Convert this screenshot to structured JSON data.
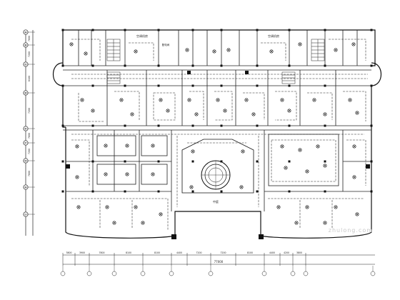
{
  "drawing": {
    "dimension_labels_bottom": [
      "3800",
      "3900",
      "7800",
      "8100",
      "8100",
      "4400",
      "7200",
      "7200",
      "8100",
      "4400",
      "4200",
      "3800"
    ],
    "overall_dimension": "77000",
    "dimension_labels_left": [
      "7800",
      "7200",
      "8100",
      "7200",
      "7800",
      "7200",
      "7800"
    ],
    "axis_labels_left": [
      "A",
      "B",
      "C",
      "D",
      "E",
      "F",
      "G",
      "H",
      "J"
    ],
    "room_labels": [
      {
        "text": "空调机房",
        "key": "ac-room-left"
      },
      {
        "text": "空调机房",
        "key": "ac-room-right"
      },
      {
        "text": "配电间",
        "key": "power-room"
      },
      {
        "text": "中庭",
        "key": "atrium"
      }
    ],
    "watermark": "zhulong.com"
  }
}
